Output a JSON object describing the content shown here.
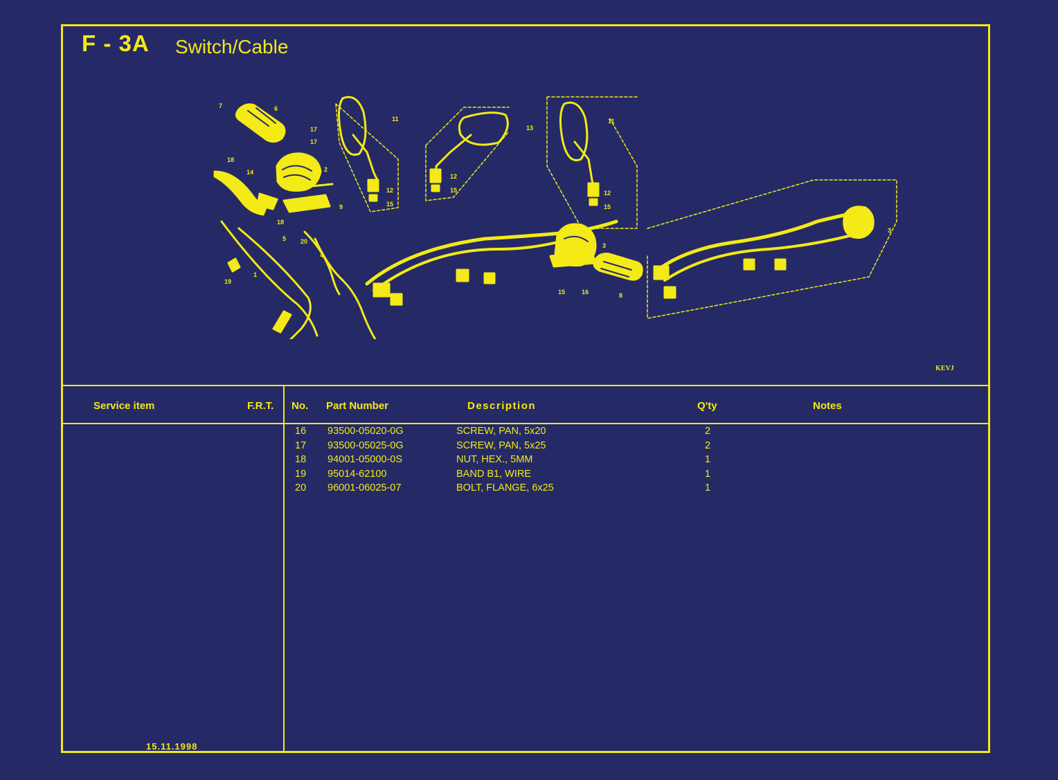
{
  "header": {
    "code": "F - 3A",
    "title": "Switch/Cable"
  },
  "diagram_id": "KEVJ",
  "callouts": [
    "7",
    "6",
    "17",
    "17",
    "18",
    "14",
    "2",
    "9",
    "18",
    "20",
    "5",
    "4",
    "19",
    "1",
    "11",
    "12",
    "15",
    "13",
    "12",
    "15",
    "11",
    "12",
    "15",
    "3",
    "15",
    "16",
    "8",
    "3"
  ],
  "table": {
    "headers": {
      "service_item": "Service item",
      "frt": "F.R.T.",
      "no": "No.",
      "part_number": "Part Number",
      "description": "Description",
      "qty": "Q'ty",
      "notes": "Notes"
    },
    "rows": [
      {
        "no": "16",
        "part_number": "93500-05020-0G",
        "description": "SCREW, PAN, 5x20",
        "qty": "2"
      },
      {
        "no": "17",
        "part_number": "93500-05025-0G",
        "description": "SCREW, PAN, 5x25",
        "qty": "2"
      },
      {
        "no": "18",
        "part_number": "94001-05000-0S",
        "description": "NUT, HEX., 5MM",
        "qty": "1"
      },
      {
        "no": "19",
        "part_number": "95014-62100",
        "description": "BAND B1, WIRE",
        "qty": "1"
      },
      {
        "no": "20",
        "part_number": "96001-06025-07",
        "description": "BOLT, FLANGE, 6x25",
        "qty": "1"
      }
    ]
  },
  "footer": {
    "date": "15.11.1998"
  },
  "colors": {
    "background": "#252a66",
    "ink": "#f3ea16"
  }
}
